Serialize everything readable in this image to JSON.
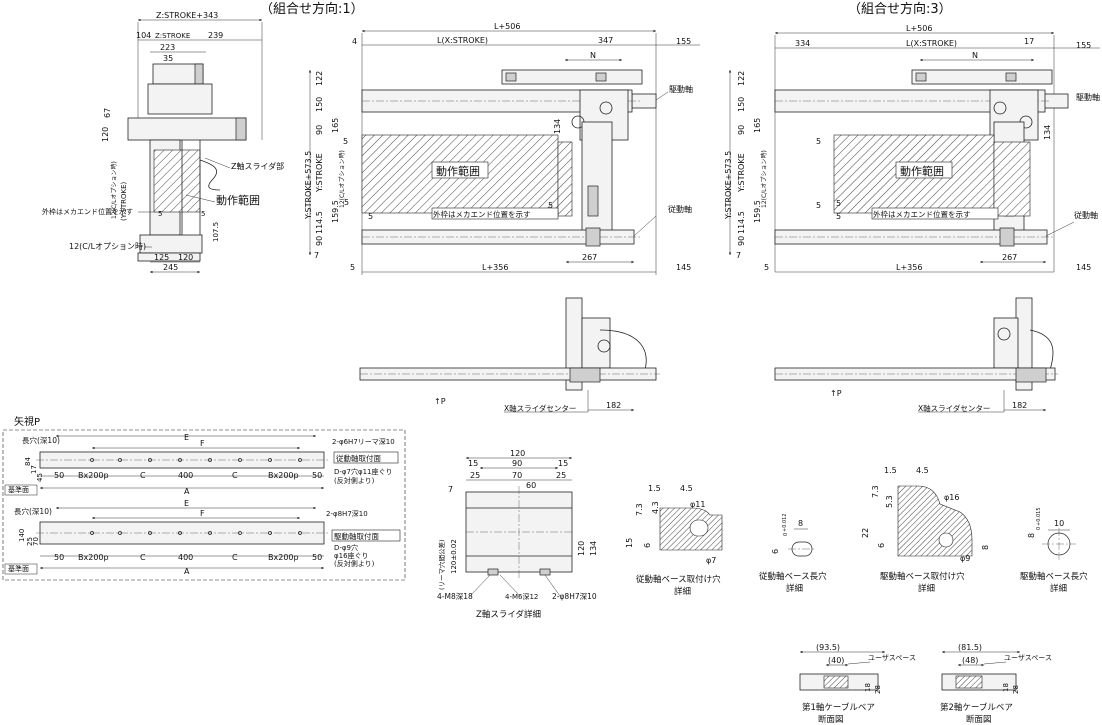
{
  "titles": {
    "dir1": "（組合せ方向:1）",
    "dir3": "（組合せ方向:3）"
  },
  "left_view": {
    "z_stroke": "Z:STROKE+343",
    "d104": "104",
    "z_stroke2": "Z:STROKE",
    "d239": "239",
    "d223": "223",
    "d35": "35",
    "d120": "120",
    "d67": "67",
    "cl_option": "12(C/Lオプション時)",
    "y_stroke": "(Y:STROKE)",
    "z_slider": "Z軸スライダ部",
    "motion": "動作範囲",
    "outer_note": "外枠はメカエンド位置を示す",
    "d5a": "5",
    "d5b": "5",
    "d1075": "107.5",
    "cl_option2": "12(C/Lオプション時)",
    "d125": "125",
    "d120b": "120",
    "d245": "245"
  },
  "dir1": {
    "d4": "4",
    "lplus506": "L+506",
    "lxstroke": "L(X:STROKE)",
    "d347": "347",
    "d155": "155",
    "n": "N",
    "drive": "駆動軸",
    "driven": "従動軸",
    "d122": "122",
    "d150": "150",
    "d90": "90",
    "d165": "165",
    "d134": "134",
    "d5": "5",
    "y_stroke": "Y:STROKE",
    "y_stroke_full": "Y:STROKE+573.5",
    "cl12": "12(C/Lオプション時)",
    "d1595": "159.5",
    "d1145": "114.5",
    "d90b": "90",
    "d7": "7",
    "d5b": "5",
    "d5c": "5",
    "d5d": "5",
    "motion": "動作範囲",
    "outer_note": "外枠はメカエンド位置を示す",
    "lplus356": "L+356",
    "d267": "267",
    "d145": "145",
    "d5e": "5"
  },
  "dir3": {
    "d334": "334",
    "lplus506": "L+506",
    "lxstroke": "L(X:STROKE)",
    "d17": "17",
    "d155": "155",
    "n": "N",
    "drive": "駆動軸",
    "driven": "従動軸",
    "d122": "122",
    "d150": "150",
    "d90": "90",
    "d165": "165",
    "d134": "134",
    "d5": "5",
    "y_stroke": "Y:STROKE",
    "y_stroke_full": "Y:STROKE+573.5",
    "cl12": "12(C/Lオプション時)",
    "d1595": "159.5",
    "d1145": "114.5",
    "d90b": "90",
    "d7": "7",
    "d5b": "5",
    "d5c": "5",
    "d5d": "5",
    "motion": "動作範囲",
    "outer_note": "外枠はメカエンド位置を示す",
    "lplus356": "L+356",
    "d267": "267",
    "d145": "145",
    "d5e": "5"
  },
  "side1": {
    "p": "↑P",
    "xcenter": "X軸スライダセンター",
    "d182": "182"
  },
  "side3": {
    "p": "↑P",
    "xcenter": "X軸スライダセンター",
    "d182": "182"
  },
  "arrow_p": {
    "title": "矢視P",
    "slot1": "長穴(深10)",
    "e1": "E",
    "f1": "F",
    "hole1": "2-φ6H7リーマ深10",
    "face1": "従動軸取付面",
    "dhole1": "D-φ7穴φ11座ぐり",
    "dhole1b": "(反対側より)",
    "d84": "84",
    "d17": "17",
    "d45": "45",
    "d50a": "50",
    "bx1": "Bx200p",
    "c1": "C",
    "d400a": "400",
    "c1b": "C",
    "bx1b": "Bx200p",
    "d50b": "50",
    "a1": "A",
    "ref1": "基準面",
    "slot2": "長穴(深10)",
    "e2": "E",
    "f2": "F",
    "hole2": "2-φ8H7深10",
    "face2": "駆動軸取付面",
    "dhole2": "D-φ9穴",
    "dhole2b": "φ16座ぐり",
    "dhole2c": "(反対側より)",
    "d140": "140",
    "d25": "25",
    "d70": "70",
    "d50c": "50",
    "bx2": "Bx200p",
    "c2": "C",
    "d400b": "400",
    "c2b": "C",
    "bx2b": "Bx200p",
    "d50d": "50",
    "a2": "A",
    "ref2": "基準面"
  },
  "zslider": {
    "d120": "120",
    "d90": "90",
    "d15a": "15",
    "d15b": "15",
    "d25a": "25",
    "d70": "70",
    "d25b": "25",
    "d60": "60",
    "d7": "7",
    "ream": "(リーマ穴間公差)",
    "d120tol": "120±0.02",
    "d120v": "120",
    "d134": "134",
    "m8": "4-M8深18",
    "m6": "4-M6深12",
    "ph8": "2-φ8H7深10",
    "title": "Z軸スライダ詳細"
  },
  "details": {
    "d1": {
      "a": "1.5",
      "b": "4.5",
      "c": "7.3",
      "d": "4.3",
      "e": "φ11",
      "f": "15",
      "g": "6",
      "h": "φ7",
      "t1": "従動軸ベース取付け穴",
      "t2": "詳細"
    },
    "d2": {
      "a": "8",
      "b": "6",
      "c": "+0.012",
      "d": "0",
      "t1": "従動軸ベース長穴",
      "t2": "詳細"
    },
    "d3": {
      "a": "1.5",
      "b": "4.5",
      "c": "7.3",
      "d": "5.3",
      "e": "φ16",
      "f": "22",
      "g": "6",
      "h": "φ9",
      "i": "8",
      "t1": "駆動軸ベース取付け穴",
      "t2": "詳細"
    },
    "d4": {
      "a": "10",
      "b": "8",
      "c": "+0.015",
      "d": "0",
      "t1": "駆動軸ベース長穴",
      "t2": "詳細"
    }
  },
  "cable1": {
    "d935": "(93.5)",
    "d40": "(40)",
    "user": "ユーザスペース",
    "d18": "18",
    "d28": "28",
    "t1": "第1軸ケーブルベア",
    "t2": "断面図"
  },
  "cable2": {
    "d815": "(81.5)",
    "d48": "(48)",
    "user": "ユーザスペース",
    "d18": "18",
    "d28": "28",
    "t1": "第2軸ケーブルベア",
    "t2": "断面図"
  }
}
